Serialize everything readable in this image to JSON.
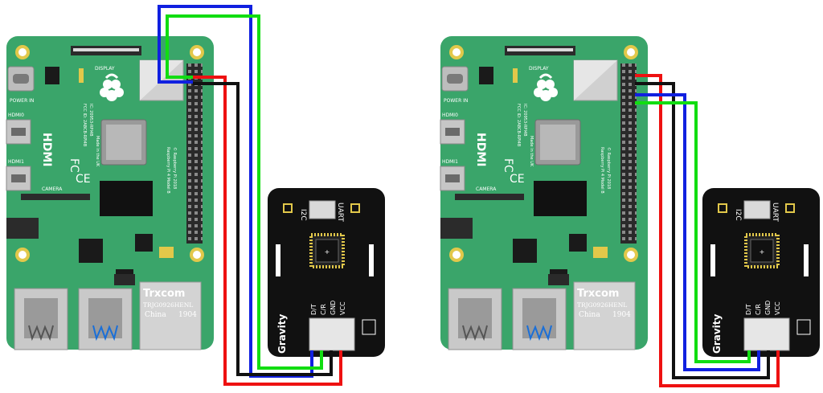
{
  "colors": {
    "pcb": "#3aa56a",
    "pcb_dark": "#2f8f5a",
    "sensor_board": "#111111",
    "wire_red": "#ee1111",
    "wire_black": "#111111",
    "wire_blue": "#1020e0",
    "wire_green": "#11dd11",
    "gold": "#e2c84a",
    "metal": "#c9c9c9"
  },
  "left_diagram": {
    "pi": {
      "display_label": "DISPLAY",
      "power_label": "POWER IN",
      "hdmi0_label": "HDMI0",
      "hdmi1_label": "HDMI1",
      "camera_label": "CAMERA",
      "hdmi_logo": "HDMI",
      "fcc_text": "FCC ID: 2ABCB-RPI4B",
      "ic_text": "IC: 20953-RPI4B",
      "made_text": "Made in the UK",
      "model_text": "Raspberry Pi 4 Model B",
      "year_text": "© Raspberry Pi 2018",
      "ethernet_brand": "Trxcom",
      "ethernet_model": "TRJG0926HENL",
      "ethernet_origin": "China",
      "ethernet_code": "1904",
      "ce_mark": "CE",
      "fc_mark": "FC"
    },
    "sensor": {
      "i2c_label": "I2C",
      "uart_label": "UART",
      "pins": [
        "D/T",
        "C/R",
        "GND",
        "VCC"
      ],
      "brand": "Gravity"
    }
  },
  "right_diagram": {
    "pi": {
      "display_label": "DISPLAY",
      "power_label": "POWER IN",
      "hdmi0_label": "HDMI0",
      "hdmi1_label": "HDMI1",
      "camera_label": "CAMERA",
      "hdmi_logo": "HDMI",
      "fcc_text": "FCC ID: 2ABCB-RPI4B",
      "ic_text": "IC: 20953-RPI4B",
      "made_text": "Made in the UK",
      "model_text": "Raspberry Pi 4 Model B",
      "year_text": "© Raspberry Pi 2018",
      "ethernet_brand": "Trxcom",
      "ethernet_model": "TRJG0926HENL",
      "ethernet_origin": "China",
      "ethernet_code": "1904",
      "ce_mark": "CE",
      "fc_mark": "FC"
    },
    "sensor": {
      "i2c_label": "I2C",
      "uart_label": "UART",
      "pins": [
        "D/T",
        "C/R",
        "GND",
        "VCC"
      ],
      "brand": "Gravity"
    }
  }
}
